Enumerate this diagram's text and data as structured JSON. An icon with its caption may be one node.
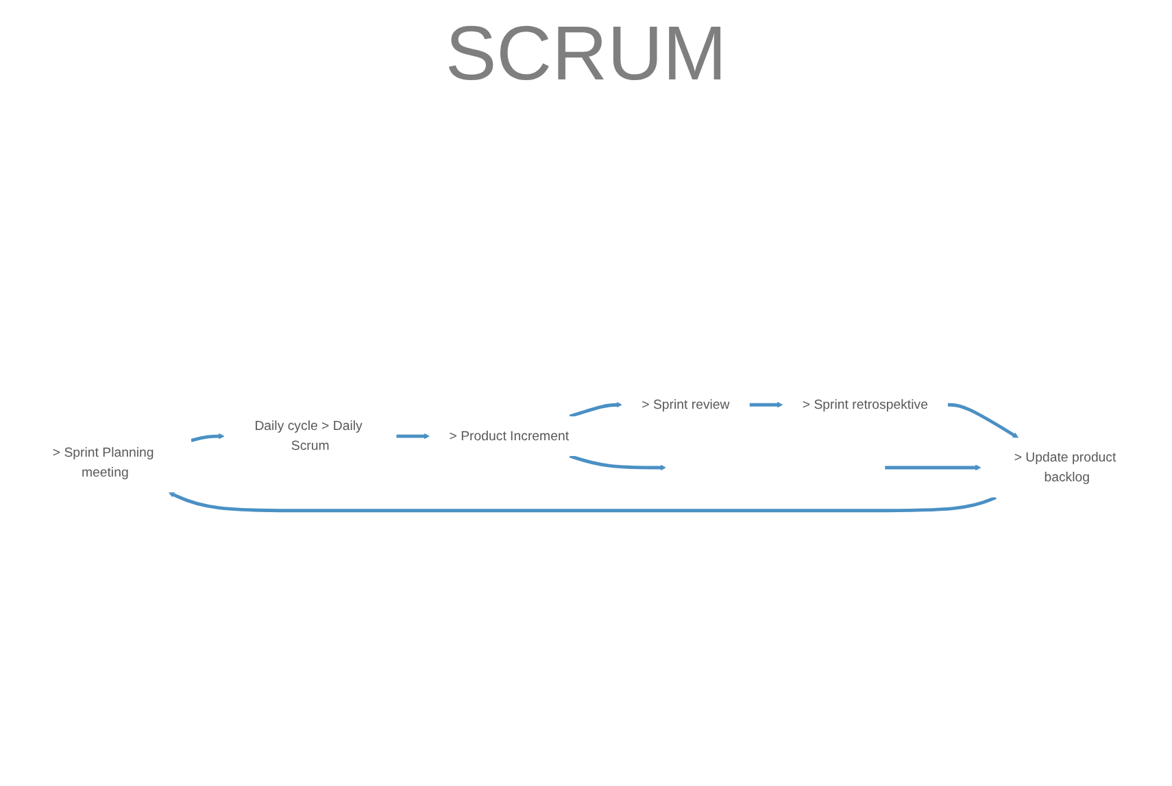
{
  "diagram": {
    "nodes": [
      {
        "text": [
          "> Sprint Planning meeting"
        ]
      },
      {
        "text": [
          "Daily cycle > Daily Scrum"
        ]
      },
      {
        "text": [
          "> Product Increment"
        ]
      },
      {
        "text": [
          "> Sprint review"
        ]
      },
      {
        "text": [
          "> Sprint retrospektive"
        ]
      },
      {
        "text": [
          "> Update product backlog"
        ]
      }
    ],
    "edges": [
      {
        "from": 0,
        "to": 1,
        "arrow": "to"
      },
      {
        "from": 1,
        "to": 2,
        "arrow": "to"
      },
      {
        "from": 2,
        "to": 3,
        "arrow": "to"
      },
      {
        "from": 3,
        "to": 4,
        "arrow": "to"
      },
      {
        "from": 4,
        "to": 5,
        "arrow": "to"
      },
      {
        "from": 5,
        "to": 0,
        "arrow": "to"
      },
      {
        "from": null,
        "to": 5,
        "arrow": "to"
      },
      {
        "from": 2,
        "to": null,
        "arrow": "to"
      }
    ],
    "labels": [
      "SCRUM"
    ]
  }
}
